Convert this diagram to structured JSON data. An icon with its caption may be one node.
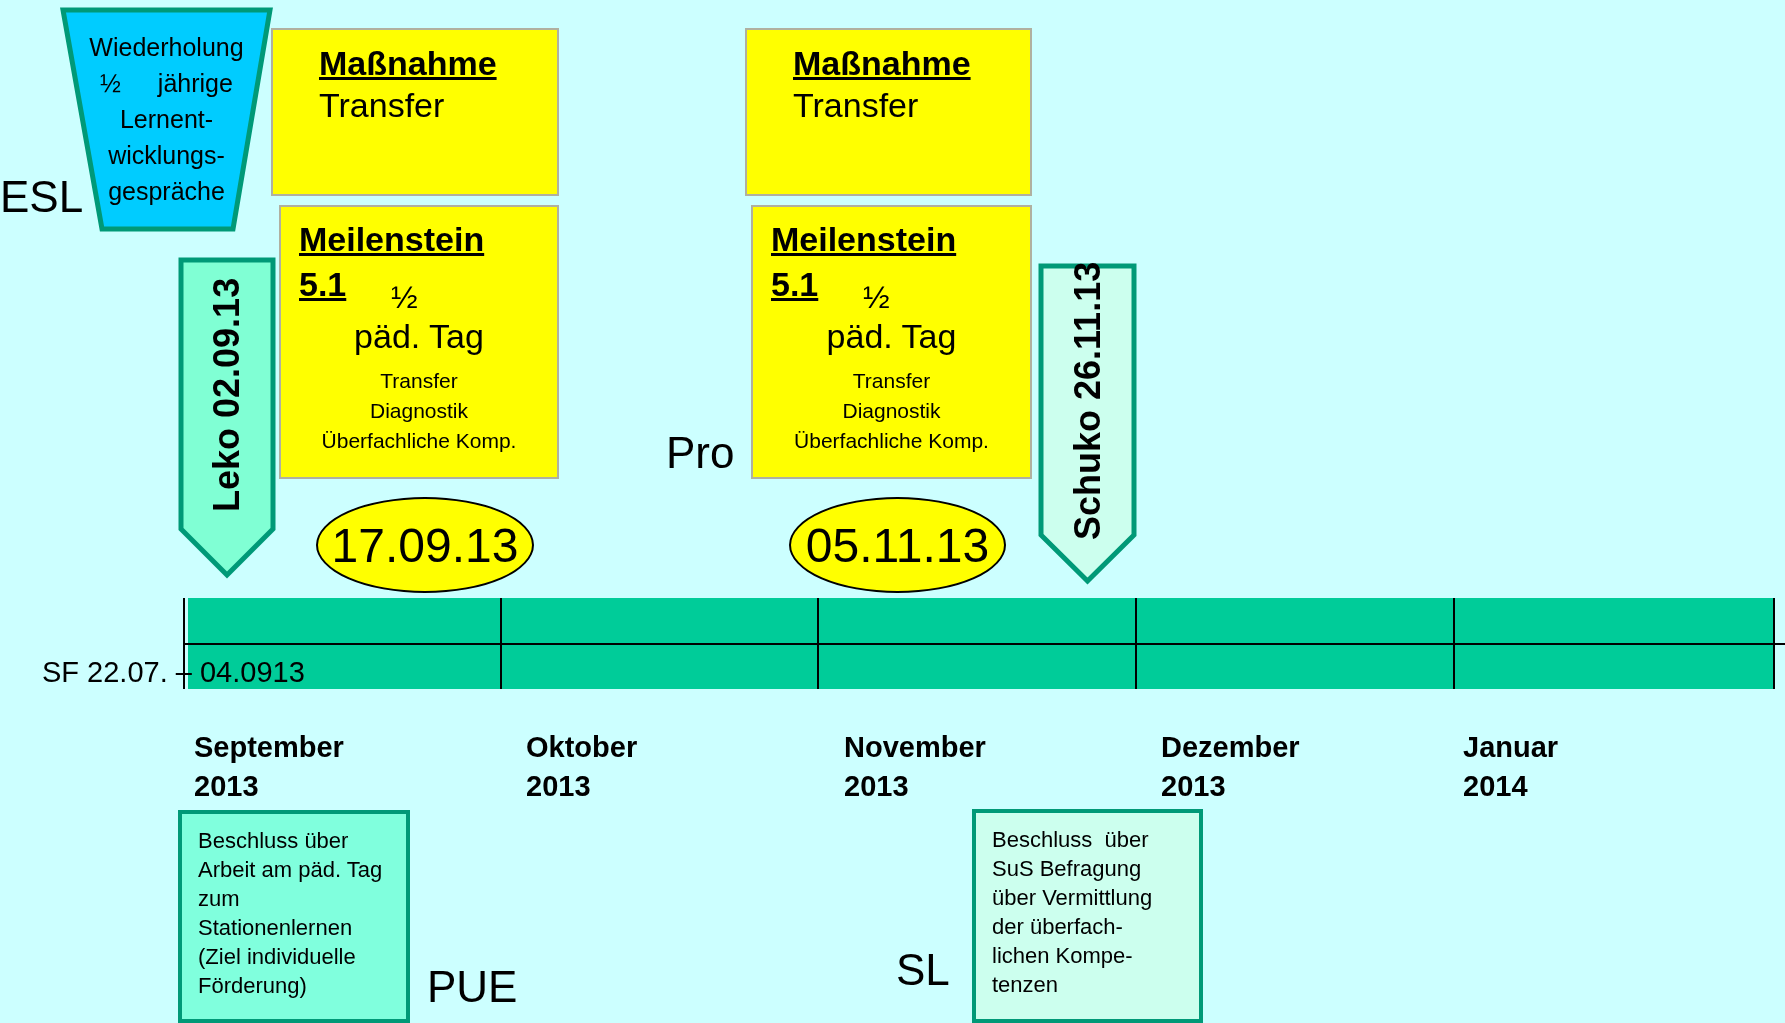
{
  "diagram": {
    "nodes": [
      {
        "text": [
          "Wiederholung ½ jährige Lernent- wicklungs- gespräche"
        ]
      },
      {
        "text": [
          "Maßnahme",
          "Transfer"
        ]
      },
      {
        "text": [
          "Maßnahme",
          "Transfer"
        ]
      },
      {
        "text": [
          "Meilenstein 5.1",
          "½",
          "päd. Tag",
          "Transfer",
          "Diagnostik",
          "Überfachliche Komp."
        ]
      },
      {
        "text": [
          "Meilenstein 5.1",
          "½",
          "päd. Tag",
          "Transfer",
          "Diagnostik",
          "Überfachliche Komp."
        ]
      },
      {
        "text": [
          "Leko 02.09.13"
        ]
      },
      {
        "text": [
          "Schuko 26.11.13"
        ]
      },
      {
        "text": [
          "17.09.13"
        ]
      },
      {
        "text": [
          "05.11.13"
        ]
      },
      {
        "text": [
          "Beschluss über Arbeit am päd. Tag zum Stationenlernen (Ziel individuelle Förderung)"
        ]
      },
      {
        "text": [
          "Beschluss  über SuS Befragung über Vermittlung der überfach- lichen Kompe- tenzen"
        ]
      }
    ],
    "labels": [
      "ESL",
      "Pro",
      "SF 22.07. – 04.0913",
      "September 2013",
      "Oktober 2013",
      "November 2013",
      "Dezember 2013",
      "Januar 2014",
      "SL",
      "PUE"
    ]
  }
}
